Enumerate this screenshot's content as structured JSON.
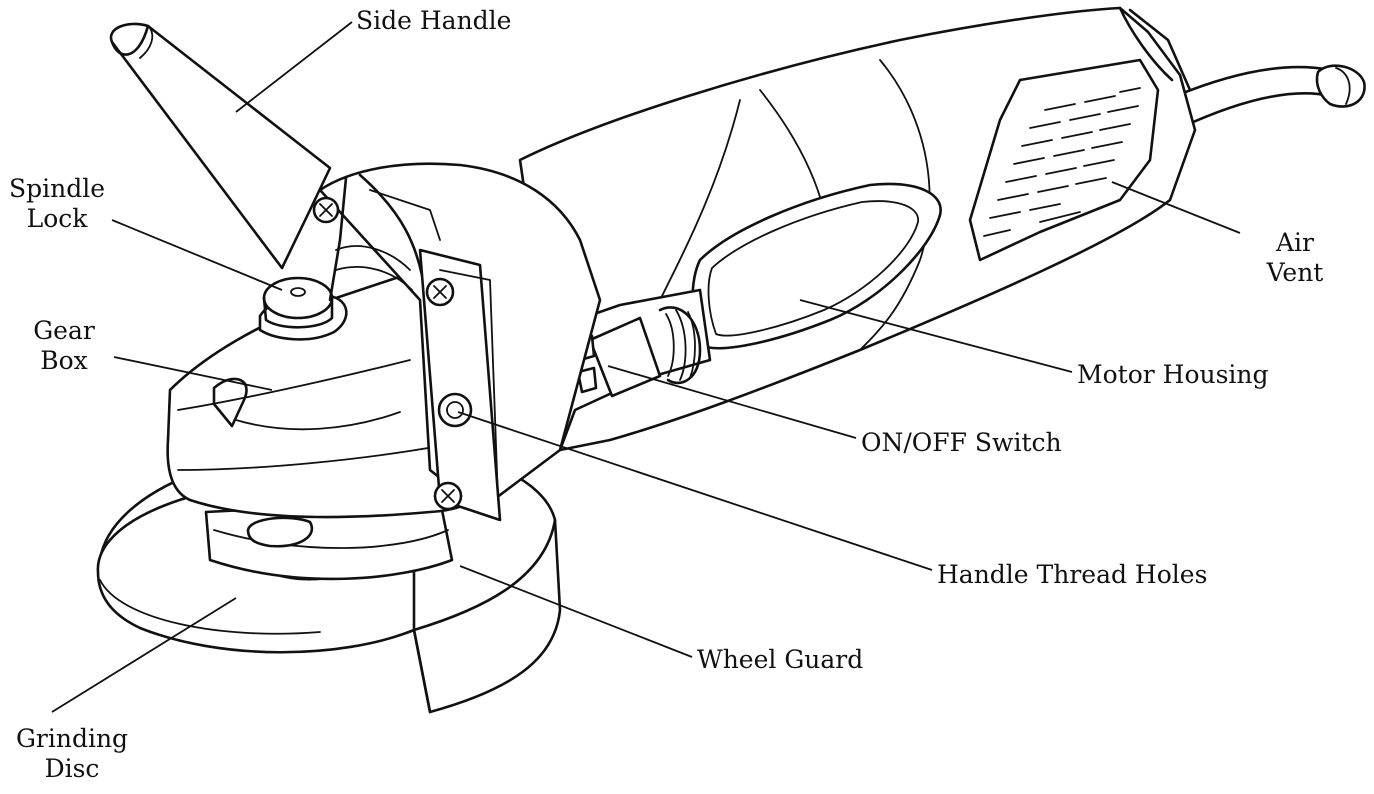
{
  "labels": {
    "side_handle": "Side Handle",
    "spindle_lock_1": "Spindle",
    "spindle_lock_2": "Lock",
    "gear_box_1": "Gear",
    "gear_box_2": "Box",
    "air_vent_1": "Air",
    "air_vent_2": "Vent",
    "motor_housing": "Motor Housing",
    "on_off_switch": "ON/OFF Switch",
    "handle_thread_holes": "Handle Thread Holes",
    "wheel_guard": "Wheel Guard",
    "grinding_disc_1": "Grinding",
    "grinding_disc_2": "Disc"
  }
}
